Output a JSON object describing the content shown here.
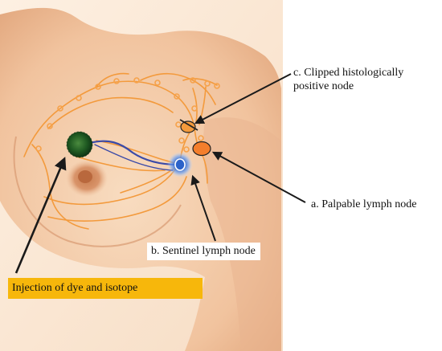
{
  "labels": {
    "clipped_line1": "c. Clipped histologically",
    "clipped_line2": "positive node",
    "palpable": "a. Palpable lymph node",
    "sentinel": "b. Sentinel lymph node",
    "injection": "Injection of dye and isotope"
  },
  "colors": {
    "skin_light": "#fbe3cc",
    "skin_mid": "#f2c19b",
    "skin_dark": "#dca07a",
    "lymph_vessel": "#f39a3c",
    "lymph_node": "#f6a24a",
    "palpable_node_fill": "#f47e2c",
    "tumor": "#1f5a22",
    "sentinel_node": "#2b62c9",
    "dye_vessel": "#3a4aa8",
    "arrow": "#1a1a1a",
    "injection_bg": "#f7b70b"
  }
}
